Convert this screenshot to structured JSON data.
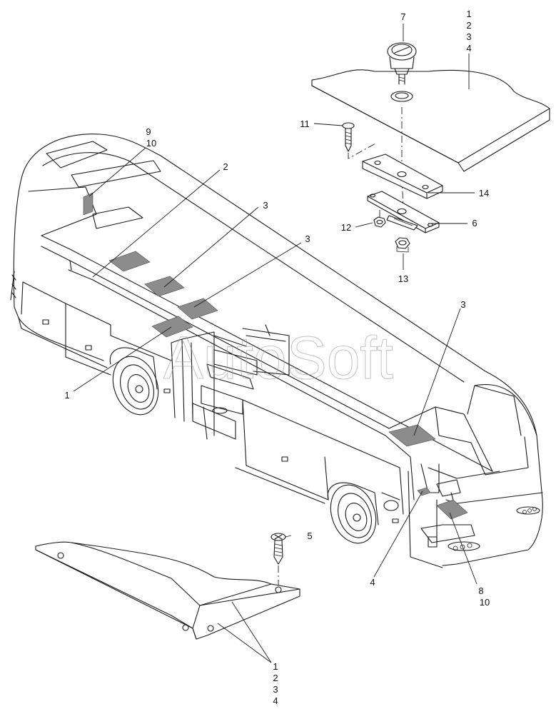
{
  "watermark": "AutoSoft",
  "callouts": {
    "c7": "7",
    "c1234_top": [
      "1",
      "2",
      "3",
      "4"
    ],
    "c910": [
      "9",
      "10"
    ],
    "c2": "2",
    "c3a": "3",
    "c3b": "3",
    "c3c": "3",
    "c11": "11",
    "c14": "14",
    "c12": "12",
    "c6": "6",
    "c13": "13",
    "c1": "1",
    "c5": "5",
    "c4": "4",
    "c810": [
      "8",
      "10"
    ],
    "c1234_bottom": [
      "1",
      "2",
      "3",
      "4"
    ]
  },
  "colors": {
    "line": "#1a1a1a",
    "marker_fill": "#8c8c8c",
    "watermark": "#9a9a9a"
  }
}
